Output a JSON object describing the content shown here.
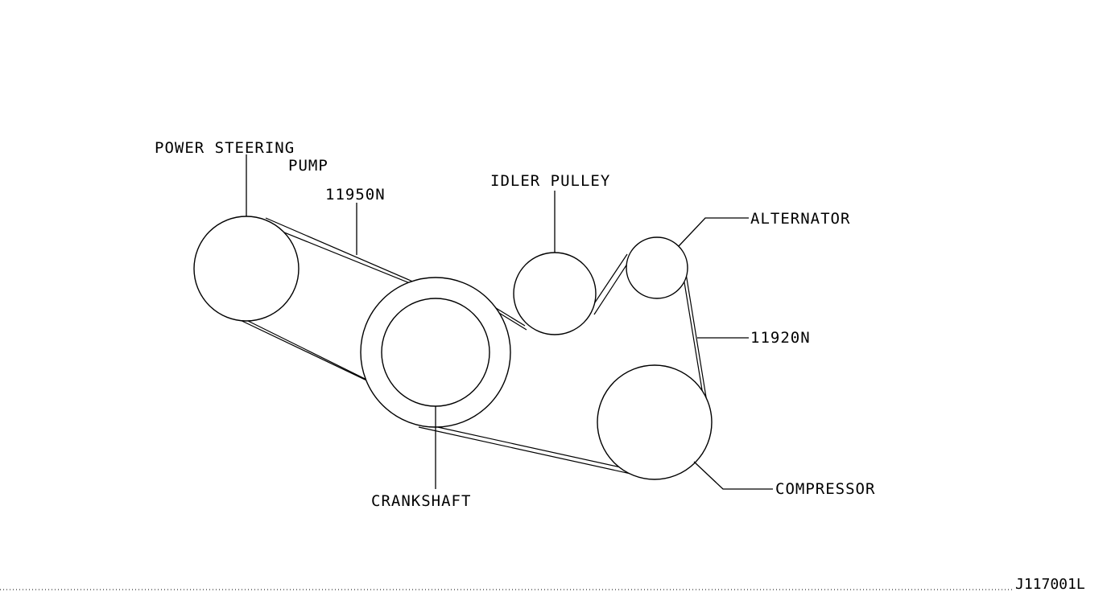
{
  "labels": {
    "power_steering_line1": "POWER STEERING",
    "power_steering_line2": "PUMP",
    "belt_a_part": "11950N",
    "idler_pulley": "IDLER PULLEY",
    "alternator": "ALTERNATOR",
    "belt_b_part": "11920N",
    "crankshaft": "CRANKSHAFT",
    "compressor": "COMPRESSOR"
  },
  "footer": {
    "drawing_code": "J117001L"
  }
}
